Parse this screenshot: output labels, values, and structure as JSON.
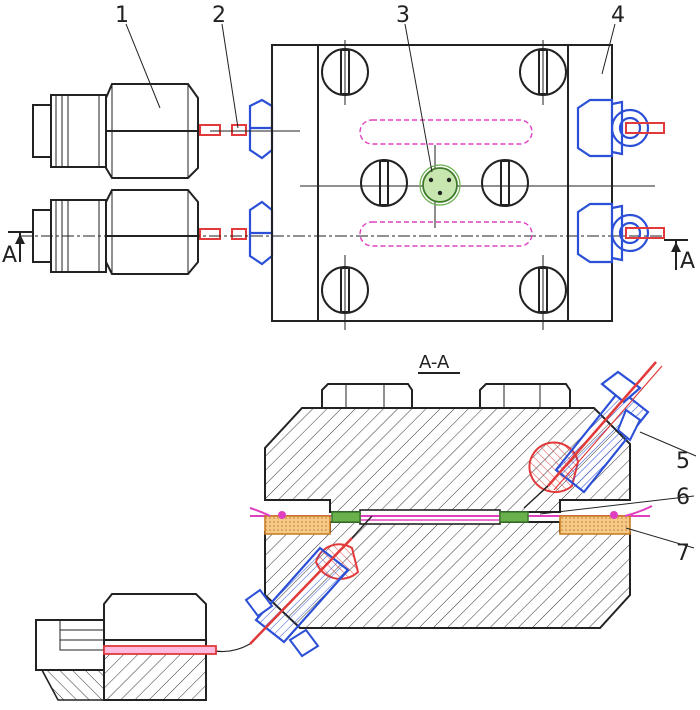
{
  "callouts": [
    "1",
    "2",
    "3",
    "4",
    "5",
    "6",
    "7"
  ],
  "section_marker": "A",
  "section_title": "A-A",
  "colors": {
    "outline": "#222222",
    "fitting_blue": "#2b4fd6",
    "tube_red": "#e23a3a",
    "channel_pink": "#e040c0",
    "window_green": "#6ab04c",
    "gasket_orange": "#e9a247",
    "seal_green": "#3e7a2a"
  }
}
